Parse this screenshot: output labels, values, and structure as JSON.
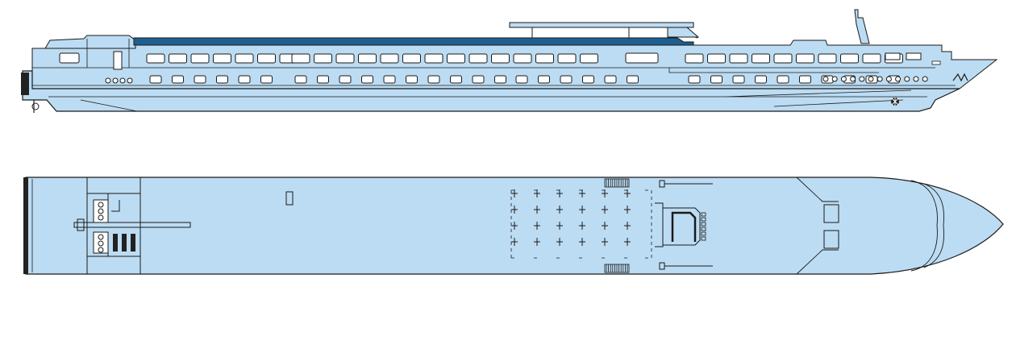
{
  "colors": {
    "hull": "#bcdcf3",
    "hull_light": "#d4e8f7",
    "outline": "#1a1a1a",
    "sundeck_band": "#1f5f8f",
    "window": "#ffffff",
    "dark": "#222222",
    "background": "#ffffff"
  },
  "views": [
    {
      "id": "side-profile",
      "icon": "ship-side-profile-icon"
    },
    {
      "id": "deck-plan",
      "icon": "ship-deck-plan-icon"
    }
  ],
  "features": {
    "upper_window_groups": [
      7,
      14,
      3,
      10
    ],
    "lower_window_groups": [
      6,
      10,
      10,
      10
    ],
    "portholes_aft": 4,
    "portholes_bow": 12,
    "sun_lounger_cols": 6,
    "sun_lounger_rows": 4
  }
}
